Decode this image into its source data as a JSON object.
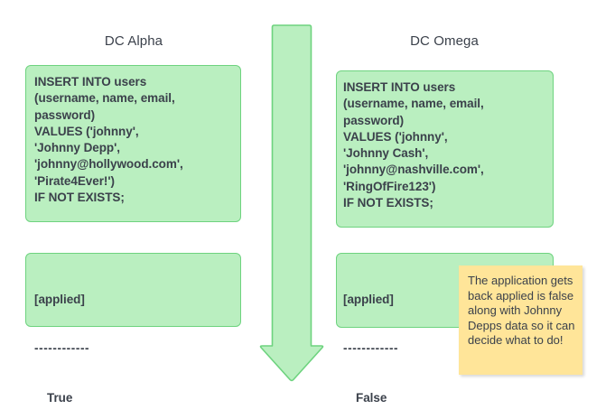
{
  "diagram": {
    "columns": [
      {
        "title": "DC Alpha"
      },
      {
        "title": "DC Omega"
      }
    ],
    "alpha": {
      "query": "INSERT INTO users\n(username, name, email,\npassword)\nVALUES ('johnny',\n'Johnny Depp',\n'johnny@hollywood.com',\n'Pirate4Ever!')\nIF NOT EXISTS;",
      "result_label": "[applied]",
      "result_dashes": "------------",
      "result_value": "True"
    },
    "omega": {
      "query": "INSERT INTO users\n(username, name, email,\npassword)\nVALUES ('johnny',\n'Johnny Cash',\n'johnny@nashville.com',\n'RingOfFire123')\nIF NOT EXISTS;",
      "result_label": "[applied]",
      "result_dashes": "------------",
      "result_value": "False"
    },
    "note": {
      "text": "The application gets back applied is false along with Johnny Depps data so it can decide what to do!"
    },
    "colors": {
      "box_fill": "#baefc0",
      "box_border": "#6ed37f",
      "note_fill": "#ffe599",
      "text": "#3b414b"
    }
  }
}
